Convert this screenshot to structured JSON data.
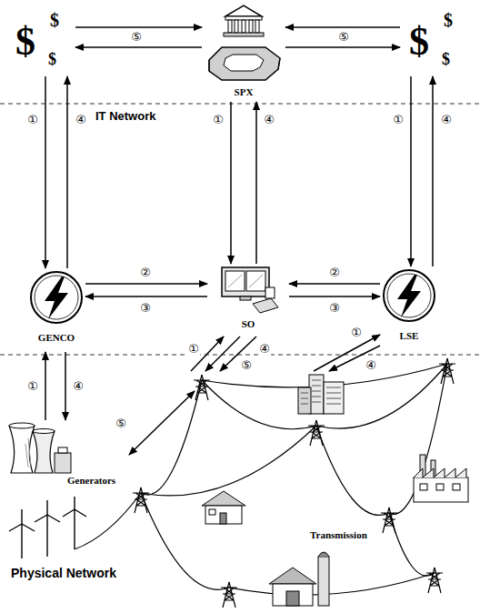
{
  "diagram": {
    "nodes": [
      {
        "text": [
          "$",
          "$",
          "$"
        ]
      },
      {
        "text": [
          "SPX"
        ]
      },
      {
        "text": [
          "$",
          "$",
          "$"
        ]
      },
      {
        "text": [
          "GENCO"
        ]
      },
      {
        "text": [
          "SO"
        ]
      },
      {
        "text": [
          "LSE"
        ]
      },
      {
        "text": [
          "Physical Network"
        ]
      },
      {
        "text": [
          "Generators"
        ],
        "in": 6
      }
    ],
    "edges": [
      {
        "from": 0,
        "to": 1,
        "arrow": "to",
        "label": "⑤"
      },
      {
        "from": 1,
        "to": 0,
        "arrow": "to"
      },
      {
        "from": 2,
        "to": 1,
        "arrow": "to",
        "label": "⑤"
      },
      {
        "from": 1,
        "to": 2,
        "arrow": "to"
      },
      {
        "from": 0,
        "to": 3,
        "arrow": "to",
        "label": "①"
      },
      {
        "from": 3,
        "to": 0,
        "arrow": "to",
        "label": "④"
      },
      {
        "from": 1,
        "to": 4,
        "arrow": "to",
        "label": "①"
      },
      {
        "from": 4,
        "to": 1,
        "arrow": "to",
        "label": "④"
      },
      {
        "from": 2,
        "to": 5,
        "arrow": "to",
        "label": "①"
      },
      {
        "from": 5,
        "to": 2,
        "arrow": "to",
        "label": "④"
      },
      {
        "from": 3,
        "to": 4,
        "arrow": "to",
        "label": "②"
      },
      {
        "from": 4,
        "to": 3,
        "arrow": "to",
        "label": "③"
      },
      {
        "from": 5,
        "to": 4,
        "arrow": "to",
        "label": "②"
      },
      {
        "from": 4,
        "to": 5,
        "arrow": "to",
        "label": "③"
      },
      {
        "from": 7,
        "to": 3,
        "arrow": "to",
        "label": "①"
      },
      {
        "from": 3,
        "to": 7,
        "arrow": "to",
        "label": "④"
      },
      {
        "from": 6,
        "to": 4,
        "arrow": "to",
        "label": "①"
      },
      {
        "from": 4,
        "to": 6,
        "arrow": "to",
        "label": "④"
      },
      {
        "from": 4,
        "to": 6,
        "arrow": "to",
        "label": "⑤"
      },
      {
        "from": 6,
        "to": 5,
        "arrow": "to",
        "label": "①"
      },
      {
        "from": 5,
        "to": 6,
        "arrow": "to",
        "label": "④"
      }
    ],
    "labels": [
      "IT Network",
      "⑤",
      "Transmission"
    ]
  }
}
